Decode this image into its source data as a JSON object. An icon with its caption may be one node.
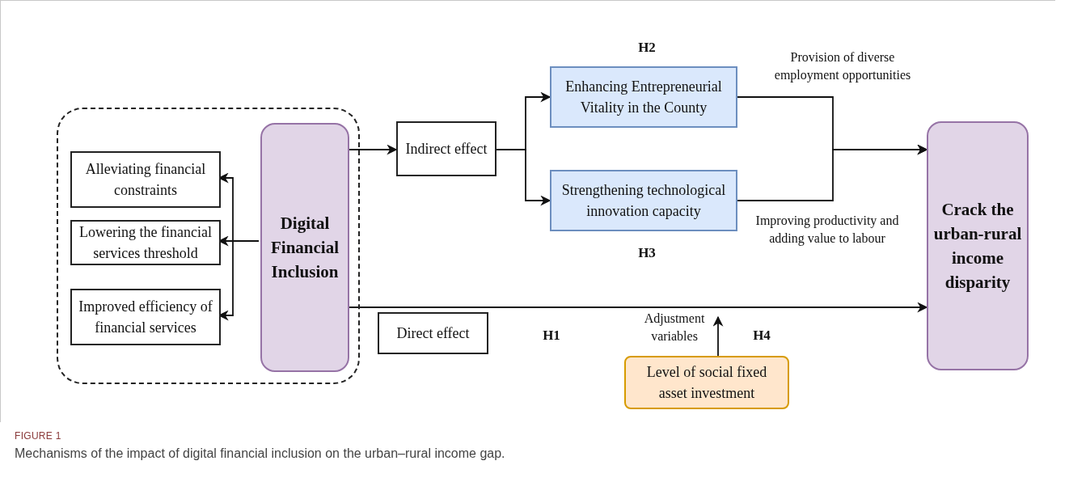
{
  "diagram": {
    "caption": "Mechanisms of the impact of digital financial inclusion on the urban–rural income gap.",
    "nodes": [
      {
        "text": [],
        "shape": "box"
      },
      {
        "text": [
          "Alleviating financial constraints"
        ],
        "in": 0
      },
      {
        "text": [
          "Lowering the financial services threshold"
        ],
        "in": 0
      },
      {
        "text": [
          "Improved efficiency of financial services"
        ],
        "in": 0
      },
      {
        "text": [
          "Digital Financial Inclusion"
        ],
        "in": 0
      },
      {
        "text": [
          "Indirect effect"
        ]
      },
      {
        "text": [
          "Enhancing Entrepreneurial Vitality in the County"
        ]
      },
      {
        "text": [
          "Strengthening technological innovation capacity"
        ]
      },
      {
        "text": [
          "Crack the urban-rural income disparity"
        ]
      },
      {
        "text": [
          "Direct effect"
        ]
      },
      {
        "text": [
          "Level of social fixed asset investment"
        ]
      }
    ],
    "edges": [
      {
        "from": 4,
        "to": 1,
        "arrow": "to"
      },
      {
        "from": 4,
        "to": 2,
        "arrow": "to"
      },
      {
        "from": 4,
        "to": 3,
        "arrow": "to"
      },
      {
        "from": 4,
        "to": 5,
        "arrow": "to"
      },
      {
        "from": 5,
        "to": 6,
        "arrow": "to"
      },
      {
        "from": 5,
        "to": 7,
        "arrow": "to"
      },
      {
        "from": 6,
        "to": 8,
        "arrow": "to",
        "label": "Provision of diverse employment opportunities"
      },
      {
        "from": 7,
        "to": 8,
        "arrow": "to",
        "label": "Improving productivity and adding value to labour"
      },
      {
        "from": 4,
        "to": 8,
        "arrow": "to"
      },
      {
        "from": 10,
        "to": null,
        "arrow": "to",
        "label": "Adjustment variables"
      }
    ],
    "labels": [
      "H2",
      "H3",
      "H1",
      "H4",
      "FIGURE 1"
    ]
  }
}
